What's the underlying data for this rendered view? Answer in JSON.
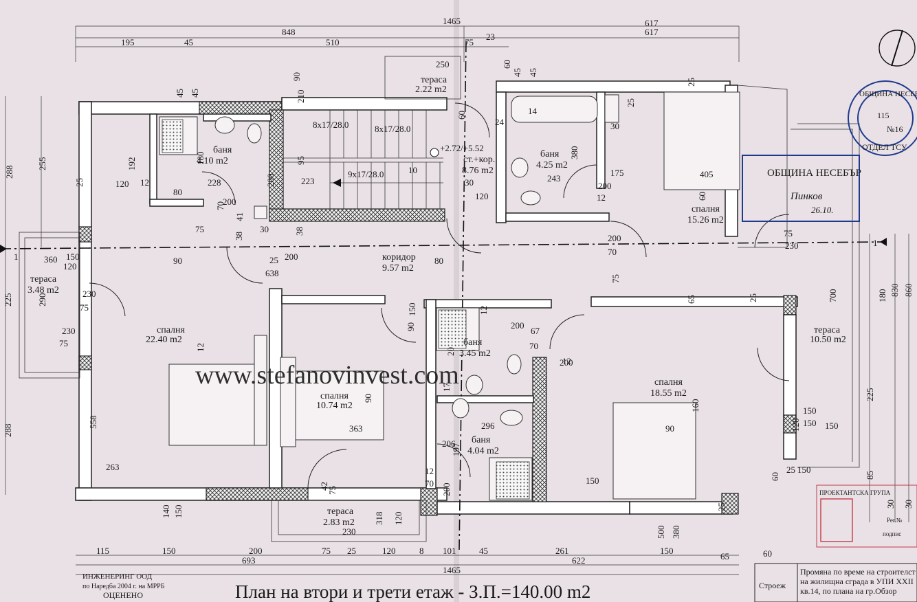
{
  "plan_title": "План на втори и трети етаж - З.П.=140.00 m2",
  "watermark": "www.stefanovinvest.com",
  "rooms": [
    {
      "key": "bath1",
      "name": "баня",
      "area": "4.10 m2"
    },
    {
      "key": "terrace_top",
      "name": "тераса",
      "area": "2.22 m2"
    },
    {
      "key": "stair",
      "name": "ст.+кор.",
      "area": "8.76 m2"
    },
    {
      "key": "bath2",
      "name": "баня",
      "area": "4.25 m2"
    },
    {
      "key": "bed_ne",
      "name": "спалня",
      "area": "15.26 m2"
    },
    {
      "key": "corridor",
      "name": "коридор",
      "area": "9.57 m2"
    },
    {
      "key": "terrace_w",
      "name": "тераса",
      "area": "3.48 m2"
    },
    {
      "key": "bed_w",
      "name": "спалня",
      "area": "22.40 m2"
    },
    {
      "key": "bath3",
      "name": "баня",
      "area": "3.45 m2"
    },
    {
      "key": "bed_c",
      "name": "спалня",
      "area": "10.74 m2"
    },
    {
      "key": "bed_se",
      "name": "спалня",
      "area": "18.55 m2"
    },
    {
      "key": "terrace_e",
      "name": "тераса",
      "area": "10.50 m2"
    },
    {
      "key": "bath4",
      "name": "баня",
      "area": "4.04 m2"
    },
    {
      "key": "terrace_s",
      "name": "тераса",
      "area": "2.83 m2"
    }
  ],
  "stairs": {
    "run1": "8x17/28.0",
    "run2": "8x17/28.0",
    "run3": "9x17/28.0",
    "level": "+2.72/+5.52"
  },
  "dims_top": {
    "total": "1465",
    "left": "848",
    "right_a": "617",
    "right_b": "617",
    "d195": "195",
    "d45": "45",
    "d510": "510",
    "d75": "75",
    "d23": "23"
  },
  "dims_bottom": {
    "total": "1465",
    "left": "693",
    "right": "622",
    "d115": "115",
    "d150a": "150",
    "d200": "200",
    "d75": "75",
    "d25": "25",
    "d120": "120",
    "d8": "8",
    "d101": "101",
    "d45": "45",
    "d261": "261",
    "d150b": "150",
    "d65": "65"
  },
  "dims_left": {
    "d288a": "288",
    "d255": "255",
    "d225": "225",
    "d290": "290",
    "d288b": "288"
  },
  "dims_right": {
    "d700": "700",
    "d830": "830",
    "d860": "860",
    "d180": "180",
    "d225": "225",
    "d85": "85",
    "d30a": "30",
    "d30b": "30",
    "d60": "60"
  },
  "dims_inner": [
    "90",
    "250",
    "60",
    "45",
    "45",
    "25",
    "45",
    "45",
    "192",
    "180",
    "228",
    "80",
    "12",
    "120",
    "25",
    "200",
    "70",
    "200",
    "95",
    "223",
    "10",
    "120",
    "30",
    "30",
    "41",
    "38",
    "38",
    "210",
    "75",
    "150",
    "120",
    "360",
    "90",
    "25",
    "200",
    "638",
    "80",
    "200",
    "70",
    "200",
    "12",
    "175",
    "243",
    "380",
    "405",
    "60",
    "25",
    "65",
    "75",
    "230",
    "75",
    "230",
    "75",
    "150",
    "90",
    "200",
    "67",
    "70",
    "200",
    "12",
    "20",
    "17",
    "12",
    "558",
    "263",
    "90",
    "363",
    "296",
    "197",
    "206",
    "12",
    "70",
    "200",
    "42",
    "75",
    "230",
    "318",
    "120",
    "140",
    "150",
    "150",
    "90",
    "160",
    "500",
    "380",
    "150",
    "150",
    "150",
    "120",
    "25",
    "25",
    "25",
    "150",
    "60",
    "60",
    "75",
    "230",
    "12",
    "24",
    "14",
    "30"
  ],
  "stamp": {
    "line1": "ОБЩИНА НЕСЕБЪР",
    "line2": "Пинков",
    "line3": "26.10.",
    "line4": "ОТДЕЛ ТСУ",
    "ring_text": "ОБЩИНА НЕСЕБЪР",
    "seal_no": "115",
    "seal_tag": "№16"
  },
  "title_block": {
    "label": "Строеж",
    "text1": "Промяна по време на строителст",
    "text2": "на жилищна сграда в УПИ ХХII",
    "text3": "кв.14, по плана на гр.Обзор"
  },
  "corner_text": {
    "line1": "ПРОЕКТАНТСКА ГРУПА",
    "line2": "Рег.№",
    "line3": "подпис"
  },
  "left_bottom_text": {
    "line1": "ИНЖЕНЕРИНГ ООД",
    "line2": "по Наредба 2004 г. на МРРБ",
    "line3": "ОЦЕНЕНО"
  },
  "axis_labels": {
    "left": "1",
    "right": "1"
  },
  "colors": {
    "paper": "#eae2e6",
    "wall_hatch": "#cfcfcf",
    "watermark": "#7fe6f4",
    "stamp": "#1f3b8f",
    "title_red": "#c23a4a"
  }
}
